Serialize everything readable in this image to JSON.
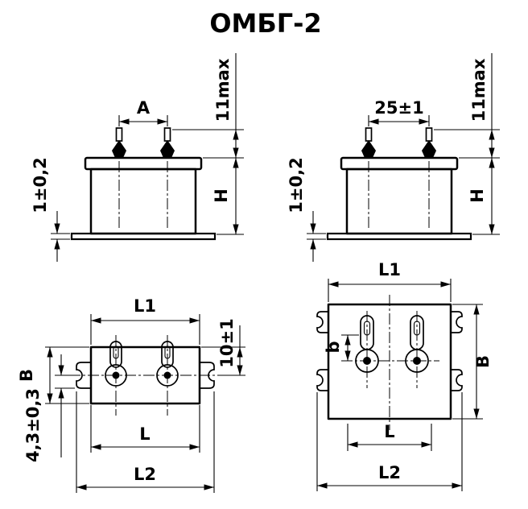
{
  "title": "ОМБГ-2",
  "colors": {
    "ink": "#000000",
    "background": "#ffffff"
  },
  "views": {
    "front_left": {
      "a": "A",
      "hmax": "11max",
      "h": "H",
      "plate": "1±0,2"
    },
    "front_right": {
      "span": "25±1",
      "hmax": "11max",
      "h": "H",
      "plate": "1±0,2"
    },
    "top_small": {
      "l1": "L1",
      "ten": "10±1",
      "width": "B",
      "l": "L",
      "l2": "L2",
      "offset": "4,3±0,3"
    },
    "top_large": {
      "l1": "L1",
      "b": "b",
      "width": "B",
      "l": "L",
      "l2": "L2"
    }
  }
}
